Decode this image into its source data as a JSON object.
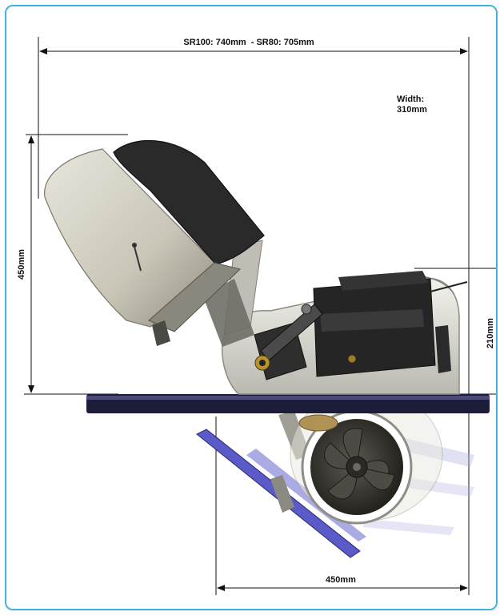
{
  "dimensions": {
    "overall_length": "SR100: 740mm  - SR80: 705mm",
    "width_line1": "Width:",
    "width_line2": "310mm",
    "height_total": "450mm",
    "height_above_hull": "210mm",
    "bottom_length": "450mm"
  },
  "colors": {
    "frame_border": "#41b4dc",
    "hull_plate": "#1d1d3a",
    "dark_part": "#262626",
    "housing": "#d9d9cf",
    "blue_mount": "#5a5ac8"
  }
}
